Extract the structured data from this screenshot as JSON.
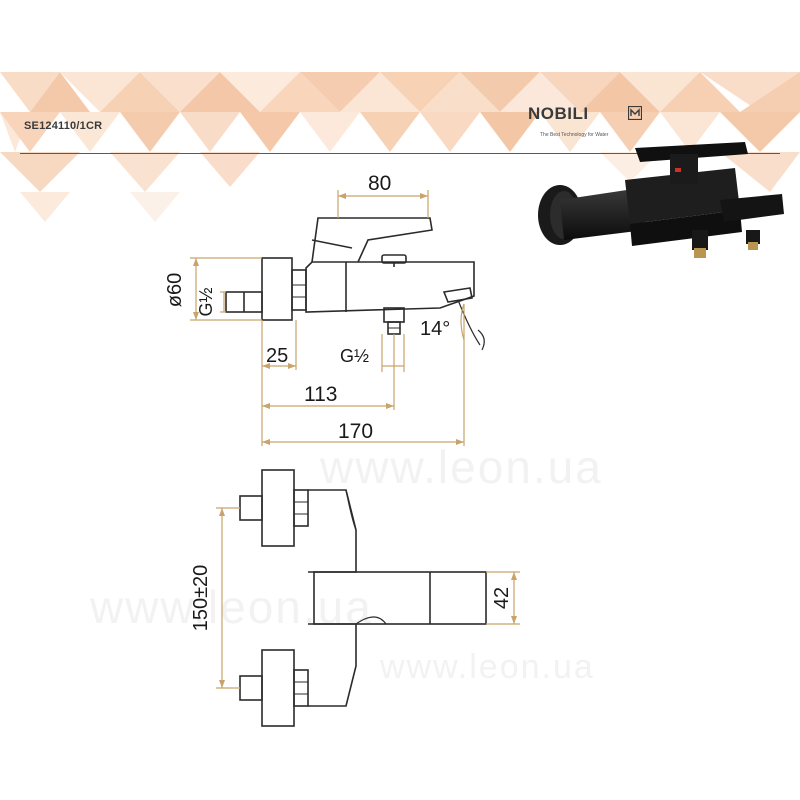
{
  "header": {
    "product_code": "SE124110/1CR",
    "brand": "NOBILI",
    "brand_tagline": "The Best Technology for Water"
  },
  "side_view": {
    "dim_width_top": "80",
    "dim_diameter": "ø60",
    "dim_thread_inlet": "G½",
    "dim_thread_outlet": "G½",
    "dim_angle": "14°",
    "dim_25": "25",
    "dim_113": "113",
    "dim_170": "170"
  },
  "front_view": {
    "dim_centres": "150±20",
    "dim_spout_height": "42"
  },
  "watermarks": [
    "www.leon.ua",
    "www.leon.ua",
    "www.leon.ua"
  ],
  "colors": {
    "line": "#2b2b2b",
    "dimension": "#c9a36a",
    "banner_peach": "#f6c9a8",
    "banner_light": "#fbe4d2"
  }
}
